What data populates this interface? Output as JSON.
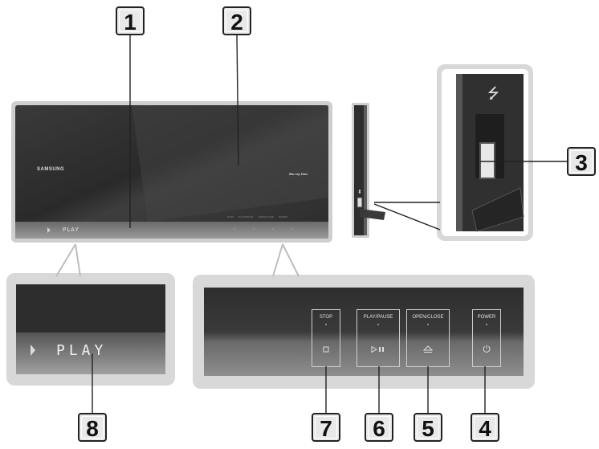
{
  "front_panel": {
    "brand": "SAMSUNG",
    "disc_logo": "Blu-ray Disc",
    "display_text": "PLAY",
    "small_labels": [
      "STOP",
      "PLAY/PAUSE",
      "OPEN/CLOSE",
      "POWER"
    ]
  },
  "zoom_display": {
    "text": "PLAY"
  },
  "buttons": [
    {
      "label": "STOP",
      "icon": "stop-icon"
    },
    {
      "label": "PLAY/PAUSE",
      "icon": "play-pause-icon"
    },
    {
      "label": "OPEN/CLOSE",
      "icon": "eject-icon"
    },
    {
      "label": "POWER",
      "icon": "power-icon"
    }
  ],
  "callouts": [
    "1",
    "2",
    "3",
    "4",
    "5",
    "6",
    "7",
    "8"
  ],
  "usb_icon": "usb-icon",
  "colors": {
    "panel_dark": "#2f2f2f",
    "panel_light": "#8a8a8a",
    "frame": "#d8d8d8",
    "callout_fill": "#e9e9e9"
  }
}
